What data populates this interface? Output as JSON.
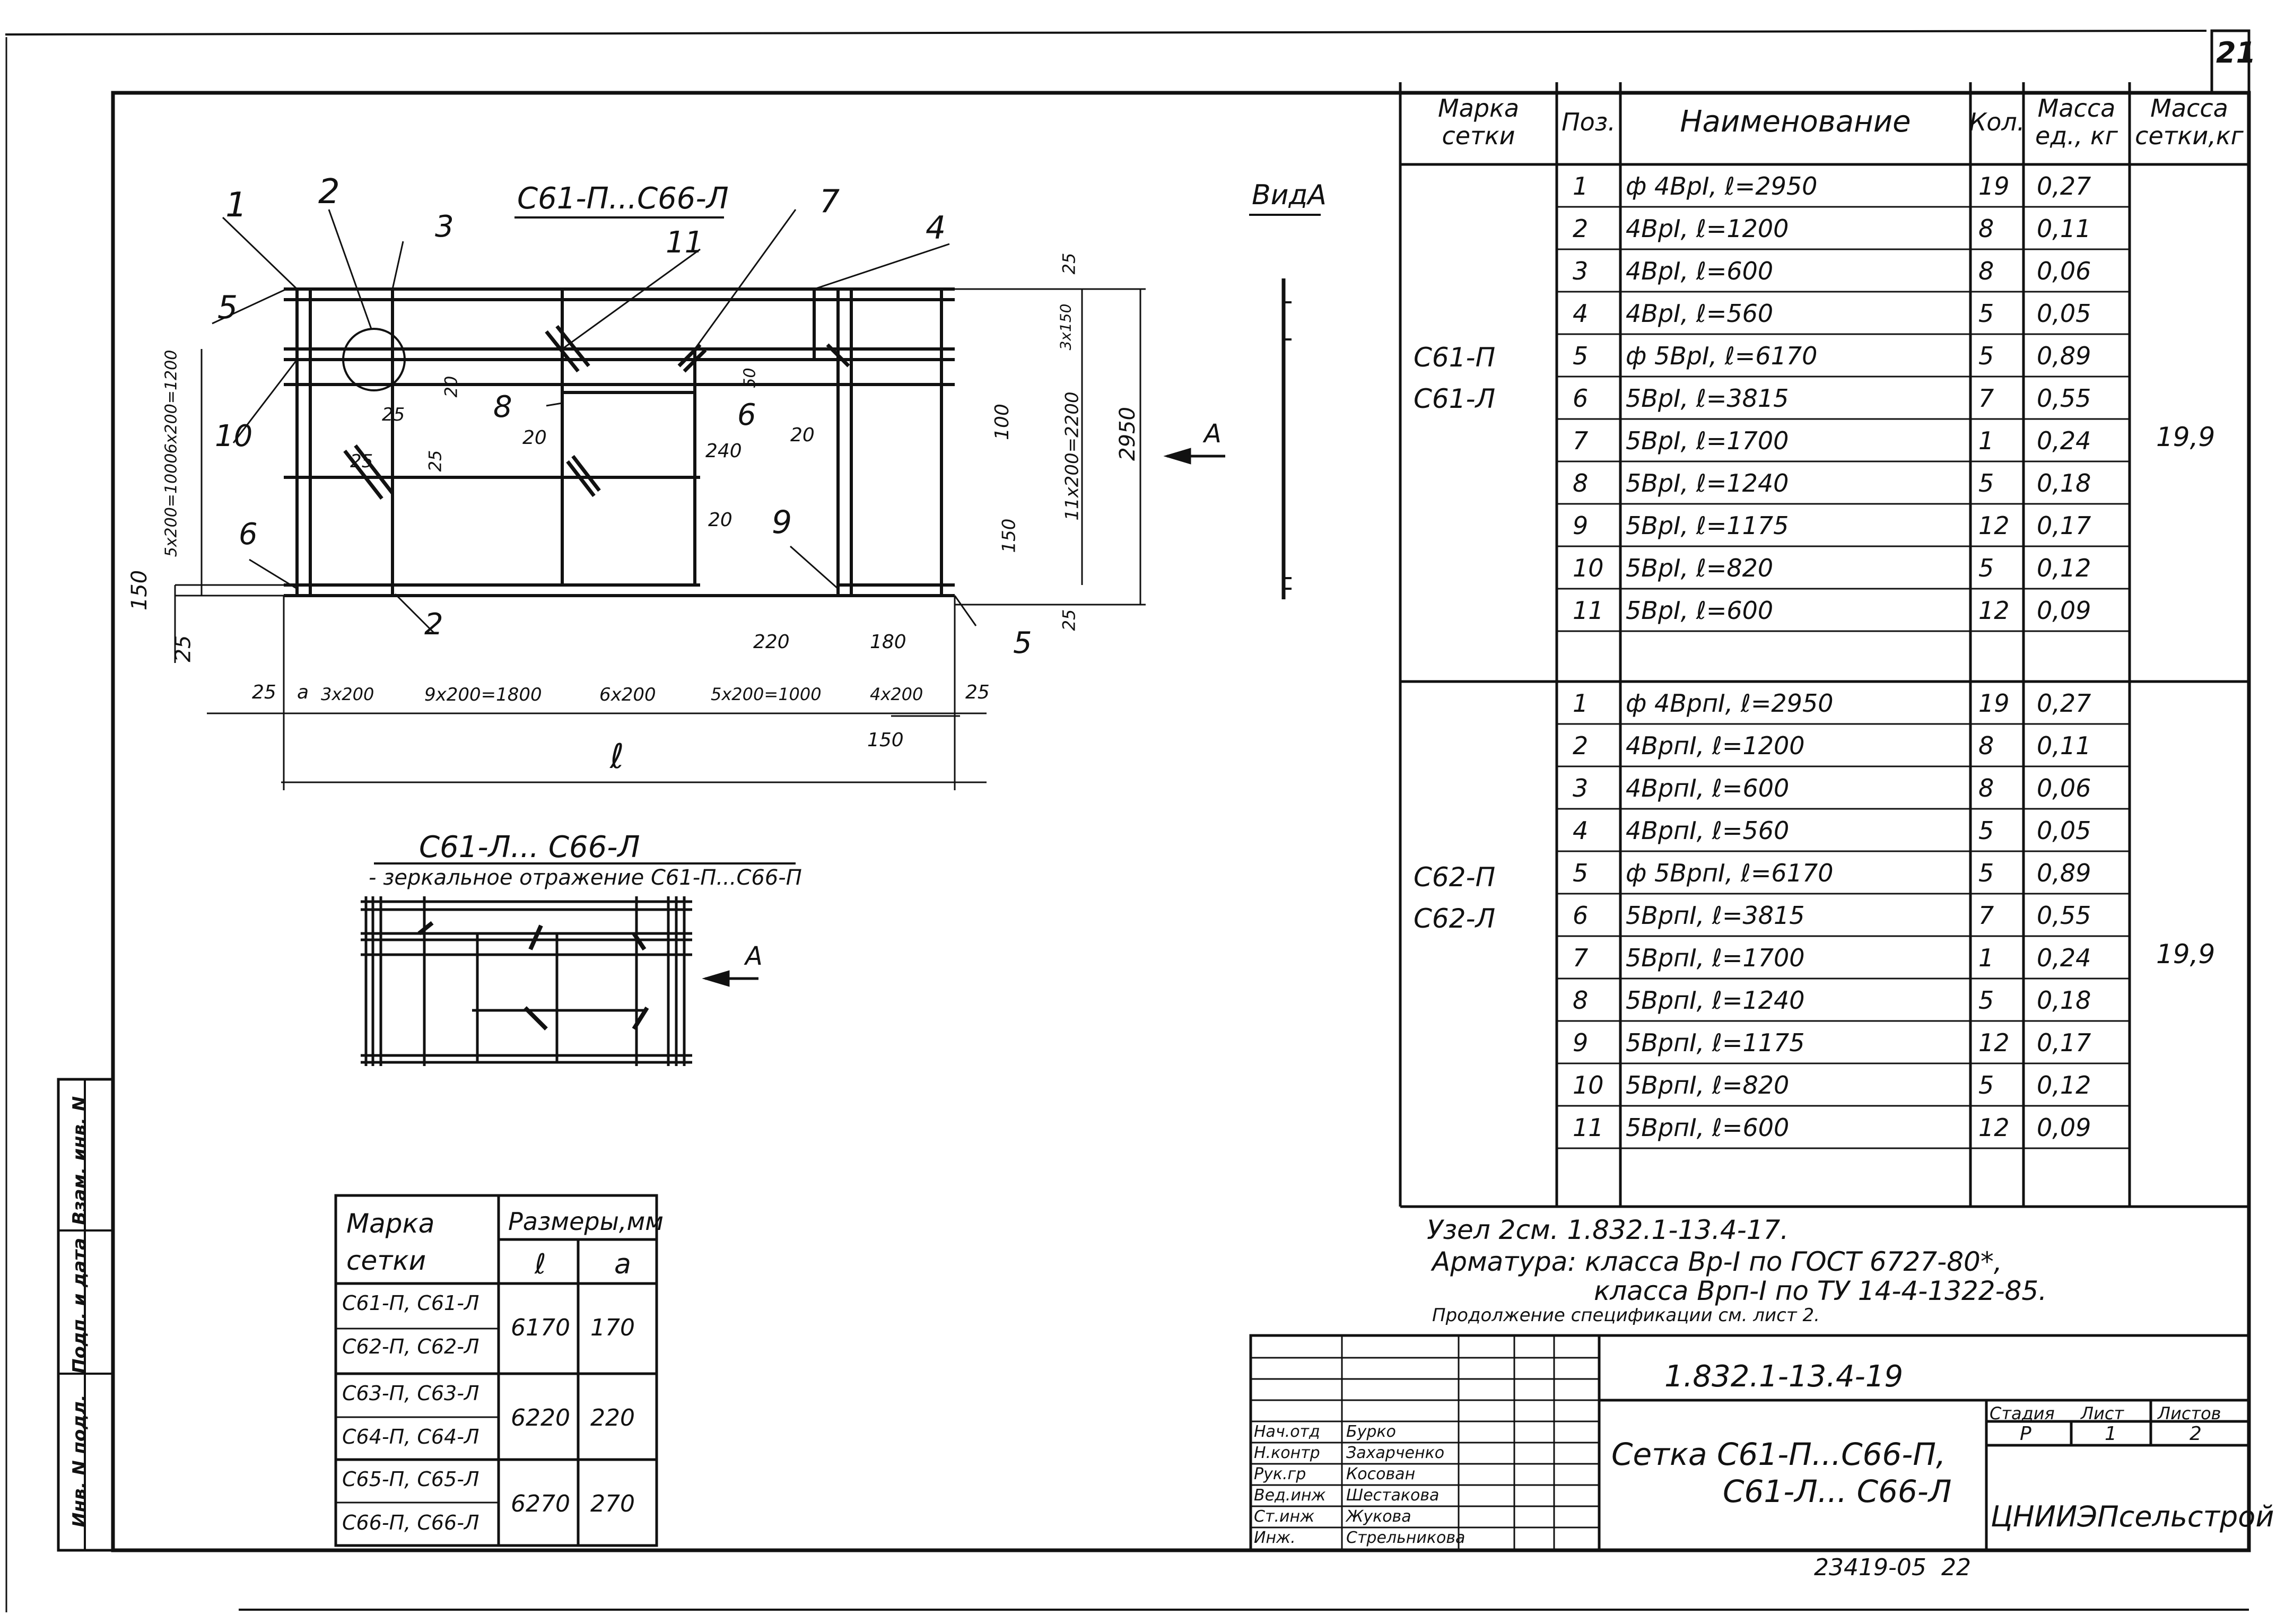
{
  "sheet_number": "21",
  "header_view_label": "ВидА",
  "main_view": {
    "title": "С61-П...С66-Л",
    "position_callouts": [
      "1",
      "2",
      "3",
      "4",
      "5",
      "6",
      "7",
      "8",
      "9",
      "10",
      "11",
      "2",
      "5",
      "6"
    ],
    "dimensions": {
      "top_25": "25",
      "r_3x150": "3х150",
      "r_100": "100",
      "r_11x200": "11х200=2200",
      "r_2950": "2950",
      "r_150": "150",
      "r_25b": "25",
      "l_6x200": "6х200=1200",
      "l_5x200": "5х200=1000",
      "l_150": "150",
      "l_25": "25",
      "i_25a": "25",
      "i_25b": "25",
      "i_25c": "25",
      "i_20a": "20",
      "i_20b": "20",
      "i_20c": "20",
      "i_20d": "20",
      "i_240": "240",
      "i_50": "50",
      "i_220": "220",
      "i_180": "180",
      "b_25": "25",
      "b_a": "а",
      "b_3x200": "3х200",
      "b_9x200": "9х200=1800",
      "b_6x200": "6х200",
      "b_5x200": "5х200=1000",
      "b_4x200": "4х200",
      "b_25r": "25",
      "b_150": "150",
      "b_l": "ℓ"
    },
    "section_arrow": "А"
  },
  "mirror_view": {
    "title": "С61-Л... С66-Л",
    "subtitle": "- зеркальное отражение С61-П...С66-П",
    "section_arrow": "А"
  },
  "spec_table": {
    "headers": [
      "Марка сетки",
      "Поз.",
      "Наименование",
      "Кол.",
      "Масса ед., кг",
      "Масса сетки,кг"
    ],
    "groups": [
      {
        "marks": [
          "С61-П",
          "С61-Л"
        ],
        "total_mass": "19,9",
        "rows": [
          {
            "pos": "1",
            "name": "ф 4ВрI,   ℓ=2950",
            "qty": "19",
            "mass": "0,27"
          },
          {
            "pos": "2",
            "name": "4ВрI,   ℓ=1200",
            "qty": "8",
            "mass": "0,11"
          },
          {
            "pos": "3",
            "name": "4ВрI,   ℓ=600",
            "qty": "8",
            "mass": "0,06"
          },
          {
            "pos": "4",
            "name": "4ВрI,   ℓ=560",
            "qty": "5",
            "mass": "0,05"
          },
          {
            "pos": "5",
            "name": "ф 5ВрI,   ℓ=6170",
            "qty": "5",
            "mass": "0,89"
          },
          {
            "pos": "6",
            "name": "5ВрI,   ℓ=3815",
            "qty": "7",
            "mass": "0,55"
          },
          {
            "pos": "7",
            "name": "5ВрI,   ℓ=1700",
            "qty": "1",
            "mass": "0,24"
          },
          {
            "pos": "8",
            "name": "5ВрI,   ℓ=1240",
            "qty": "5",
            "mass": "0,18"
          },
          {
            "pos": "9",
            "name": "5ВрI,   ℓ=1175",
            "qty": "12",
            "mass": "0,17"
          },
          {
            "pos": "10",
            "name": "5ВрI,   ℓ=820",
            "qty": "5",
            "mass": "0,12"
          },
          {
            "pos": "11",
            "name": "5ВрI,   ℓ=600",
            "qty": "12",
            "mass": "0,09"
          }
        ]
      },
      {
        "marks": [
          "С62-П",
          "С62-Л"
        ],
        "total_mass": "19,9",
        "rows": [
          {
            "pos": "1",
            "name": "ф 4ВрпI,  ℓ=2950",
            "qty": "19",
            "mass": "0,27"
          },
          {
            "pos": "2",
            "name": "4ВрпI,  ℓ=1200",
            "qty": "8",
            "mass": "0,11"
          },
          {
            "pos": "3",
            "name": "4ВрпI,  ℓ=600",
            "qty": "8",
            "mass": "0,06"
          },
          {
            "pos": "4",
            "name": "4ВрпI,  ℓ=560",
            "qty": "5",
            "mass": "0,05"
          },
          {
            "pos": "5",
            "name": "ф 5ВрпI,  ℓ=6170",
            "qty": "5",
            "mass": "0,89"
          },
          {
            "pos": "6",
            "name": "5ВрпI,  ℓ=3815",
            "qty": "7",
            "mass": "0,55"
          },
          {
            "pos": "7",
            "name": "5ВрпI,  ℓ=1700",
            "qty": "1",
            "mass": "0,24"
          },
          {
            "pos": "8",
            "name": "5ВрпI,  ℓ=1240",
            "qty": "5",
            "mass": "0,18"
          },
          {
            "pos": "9",
            "name": "5ВрпI,  ℓ=1175",
            "qty": "12",
            "mass": "0,17"
          },
          {
            "pos": "10",
            "name": "5ВрпI,  ℓ=820",
            "qty": "5",
            "mass": "0,12"
          },
          {
            "pos": "11",
            "name": "5ВрпI,  ℓ=600",
            "qty": "12",
            "mass": "0,09"
          }
        ]
      }
    ]
  },
  "notes": {
    "line1": "Узел 2см. 1.832.1-13.4-17.",
    "line2": "Арматура: класса Вр-I по ГОСТ 6727-80*,",
    "line3": "класса Врп-I по ТУ 14-4-1322-85.",
    "line4": "Продолжение  спецификации  см. лист 2."
  },
  "size_table": {
    "header_mark": "Марка сетки",
    "header_sizes": "Размеры,мм",
    "col_l": "ℓ",
    "col_a": "а",
    "rows": [
      {
        "marks": [
          "С61-П, С61-Л",
          "С62-П, С62-Л"
        ],
        "l": "6170",
        "a": "170"
      },
      {
        "marks": [
          "С63-П, С63-Л",
          "С64-П, С64-Л"
        ],
        "l": "6220",
        "a": "220"
      },
      {
        "marks": [
          "С65-П, С65-Л",
          "С66-П, С66-Л"
        ],
        "l": "6270",
        "a": "270"
      }
    ]
  },
  "side_stamp": {
    "labels": [
      "Инв. N подл.",
      "Подп. и дата",
      "Взам. инв. N"
    ]
  },
  "title_block": {
    "doc_code": "1.832.1-13.4-19",
    "title_line1": "Сетка С61-П...С66-П,",
    "title_line2": "С61-Л... С66-Л",
    "stage_header": "Стадия",
    "sheet_header": "Лист",
    "sheets_header": "Листов",
    "stage": "Р",
    "sheet": "1",
    "sheets": "2",
    "organization": "ЦНИИЭПсельстрой",
    "signers": [
      {
        "role": "Нач.отд",
        "name": "Бурко"
      },
      {
        "role": "Н.контр",
        "name": "Захарченко"
      },
      {
        "role": "Рук.гр",
        "name": "Косован"
      },
      {
        "role": "Вед.инж",
        "name": "Шестакова"
      },
      {
        "role": "Ст.инж",
        "name": "Жукова"
      },
      {
        "role": "Инж.",
        "name": "Стрельникова"
      }
    ],
    "archive_number": "23419-05",
    "archive_suffix": "22"
  }
}
